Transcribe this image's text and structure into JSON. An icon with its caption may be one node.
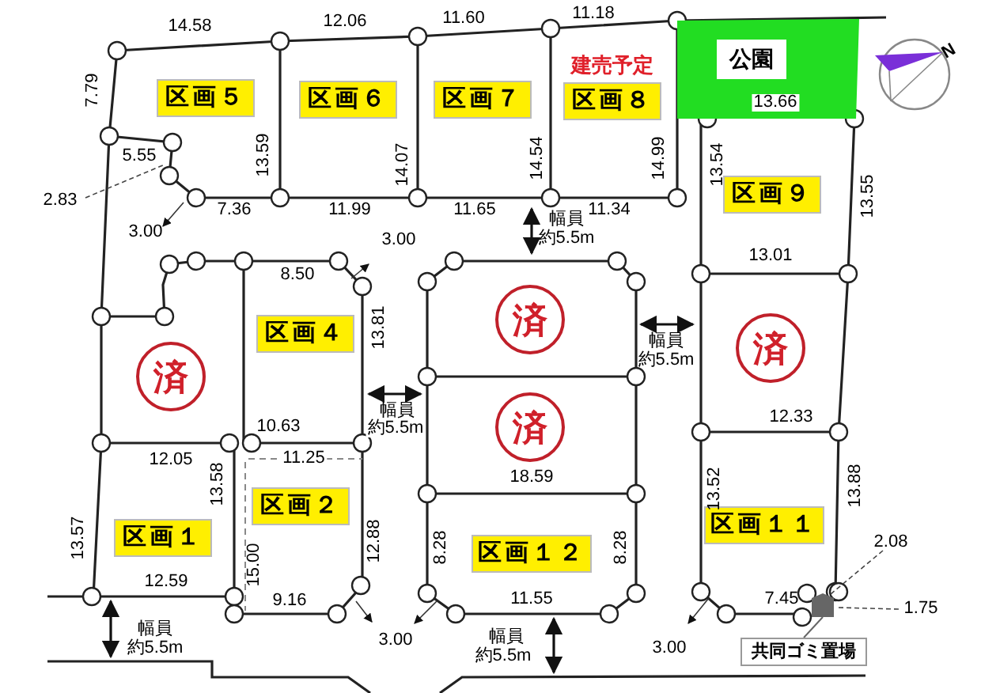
{
  "diagram": {
    "nodes": [
      {
        "text": [
          "区画５"
        ]
      },
      {
        "text": [
          "区画６"
        ]
      },
      {
        "text": [
          "区画７"
        ]
      },
      {
        "text": [
          "区画８"
        ],
        "beside": [
          "建売予定"
        ]
      },
      {
        "text": [
          "公園"
        ]
      },
      {
        "text": [
          "区画９"
        ]
      },
      {
        "text": [
          "区画４"
        ]
      },
      {
        "text": [
          "済"
        ]
      },
      {
        "text": [
          "済"
        ]
      },
      {
        "text": [
          "済"
        ]
      },
      {
        "text": [
          "済"
        ]
      },
      {
        "text": [
          "区画２"
        ]
      },
      {
        "text": [
          "区画１"
        ]
      },
      {
        "text": [
          "区画１２"
        ]
      },
      {
        "text": [
          "区画１１"
        ]
      },
      {
        "text": [],
        "shape": "box"
      },
      {
        "text": [
          "共同ゴミ置場"
        ]
      }
    ],
    "edges": [
      {
        "from": 16,
        "to": 15,
        "arrow": "none"
      }
    ],
    "labels": [
      "14.58",
      "12.06",
      "11.60",
      "11.18",
      "7.79",
      "5.55",
      "13.59",
      "14.07",
      "14.54",
      "14.99",
      "13.54",
      "13.55",
      "2.83",
      "7.36",
      "11.99",
      "11.65",
      "11.34",
      "幅員",
      "3.00",
      "3.00",
      "約5.5m",
      "13.01",
      "8.50",
      "13.81",
      "幅員",
      "約5.5m",
      "幅員",
      "10.63",
      "約5.5m",
      "12.33",
      "12.05",
      "11.25",
      "18.59",
      "13.58",
      "13.52",
      "13.88",
      "13.57",
      "12.88",
      "8.28",
      "8.28",
      "2.08",
      "15.00",
      "12.59",
      "9.16",
      "11.55",
      "7.45",
      "1.75",
      "幅員",
      "約5.5m",
      "3.00",
      "3.00",
      "幅員",
      "約5.5m",
      "13.66",
      "N"
    ]
  }
}
